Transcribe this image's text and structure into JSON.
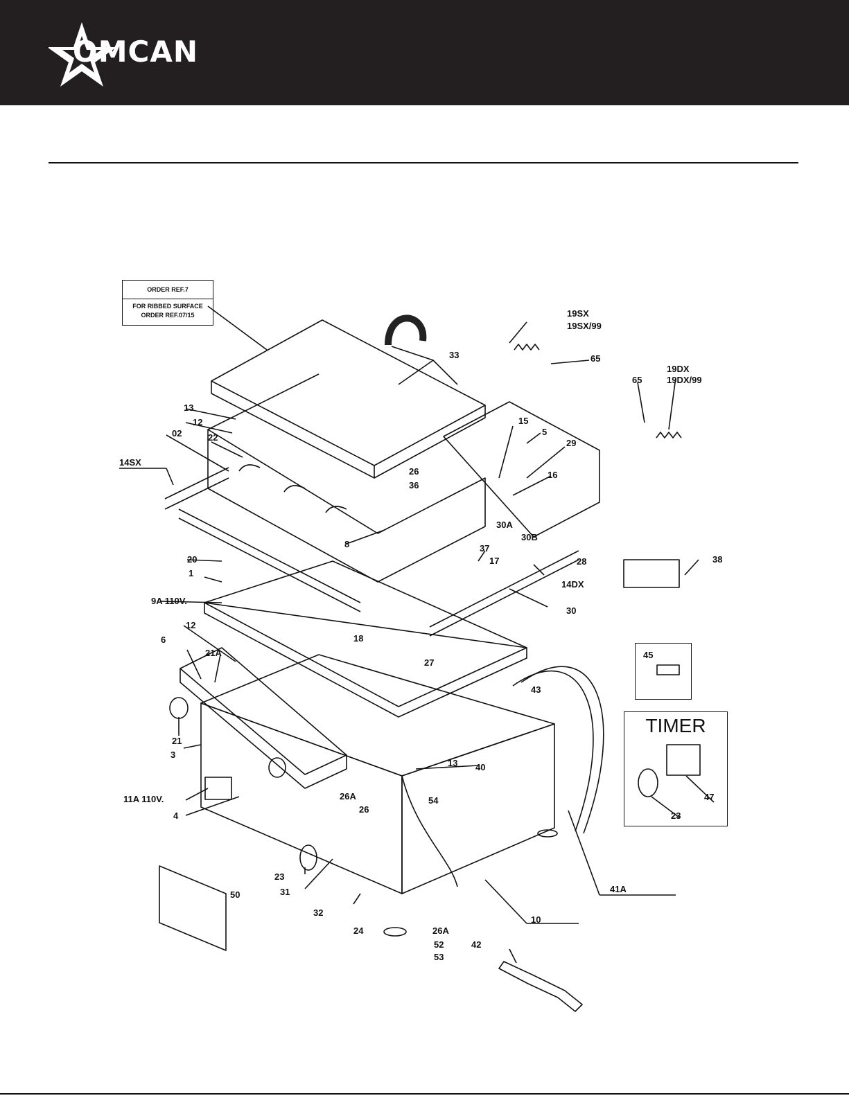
{
  "brand": {
    "name": "OMCAN"
  },
  "notes": {
    "order_ref": "ORDER REF.7",
    "ribbed_line1": "FOR RIBBED SURFACE",
    "ribbed_line2": "ORDER REF.07/15"
  },
  "timer": {
    "title": "TIMER"
  },
  "labels": {
    "l19sx": "19SX",
    "l19sx99": "19SX/99",
    "l65a": "65",
    "l33": "33",
    "l19dx": "19DX",
    "l19dx99": "19DX/99",
    "l65b": "65",
    "l13a": "13",
    "l12a": "12",
    "l02": "02",
    "l22": "22",
    "l14sx": "14SX",
    "l15": "15",
    "l5": "5",
    "l29": "29",
    "l16": "16",
    "l26a": "26",
    "l36": "36",
    "l8": "8",
    "l30a": "30A",
    "l30b": "30B",
    "l37": "37",
    "l17": "17",
    "l28": "28",
    "l38": "38",
    "l20": "20",
    "l1": "1",
    "l14dx": "14DX",
    "l30": "30",
    "l9a": "9A 110V.",
    "l18": "18",
    "l27": "27",
    "l12b": "12",
    "l6": "6",
    "l21a": "21A",
    "l45": "45",
    "l43": "43",
    "l21": "21",
    "l3": "3",
    "l13b": "13",
    "l40": "40",
    "l11a": "11A 110V.",
    "l26a2": "26A",
    "l54": "54",
    "l26b": "26",
    "l4": "4",
    "l47": "47",
    "l23a": "23",
    "l23b": "23",
    "l31": "31",
    "l41a": "41A",
    "l10": "10",
    "l32": "32",
    "l50": "50",
    "l24": "24",
    "l26a3": "26A",
    "l52": "52",
    "l53": "53",
    "l42": "42"
  },
  "colors": {
    "header": "#231f20",
    "ink": "#111111",
    "background": "#ffffff"
  }
}
